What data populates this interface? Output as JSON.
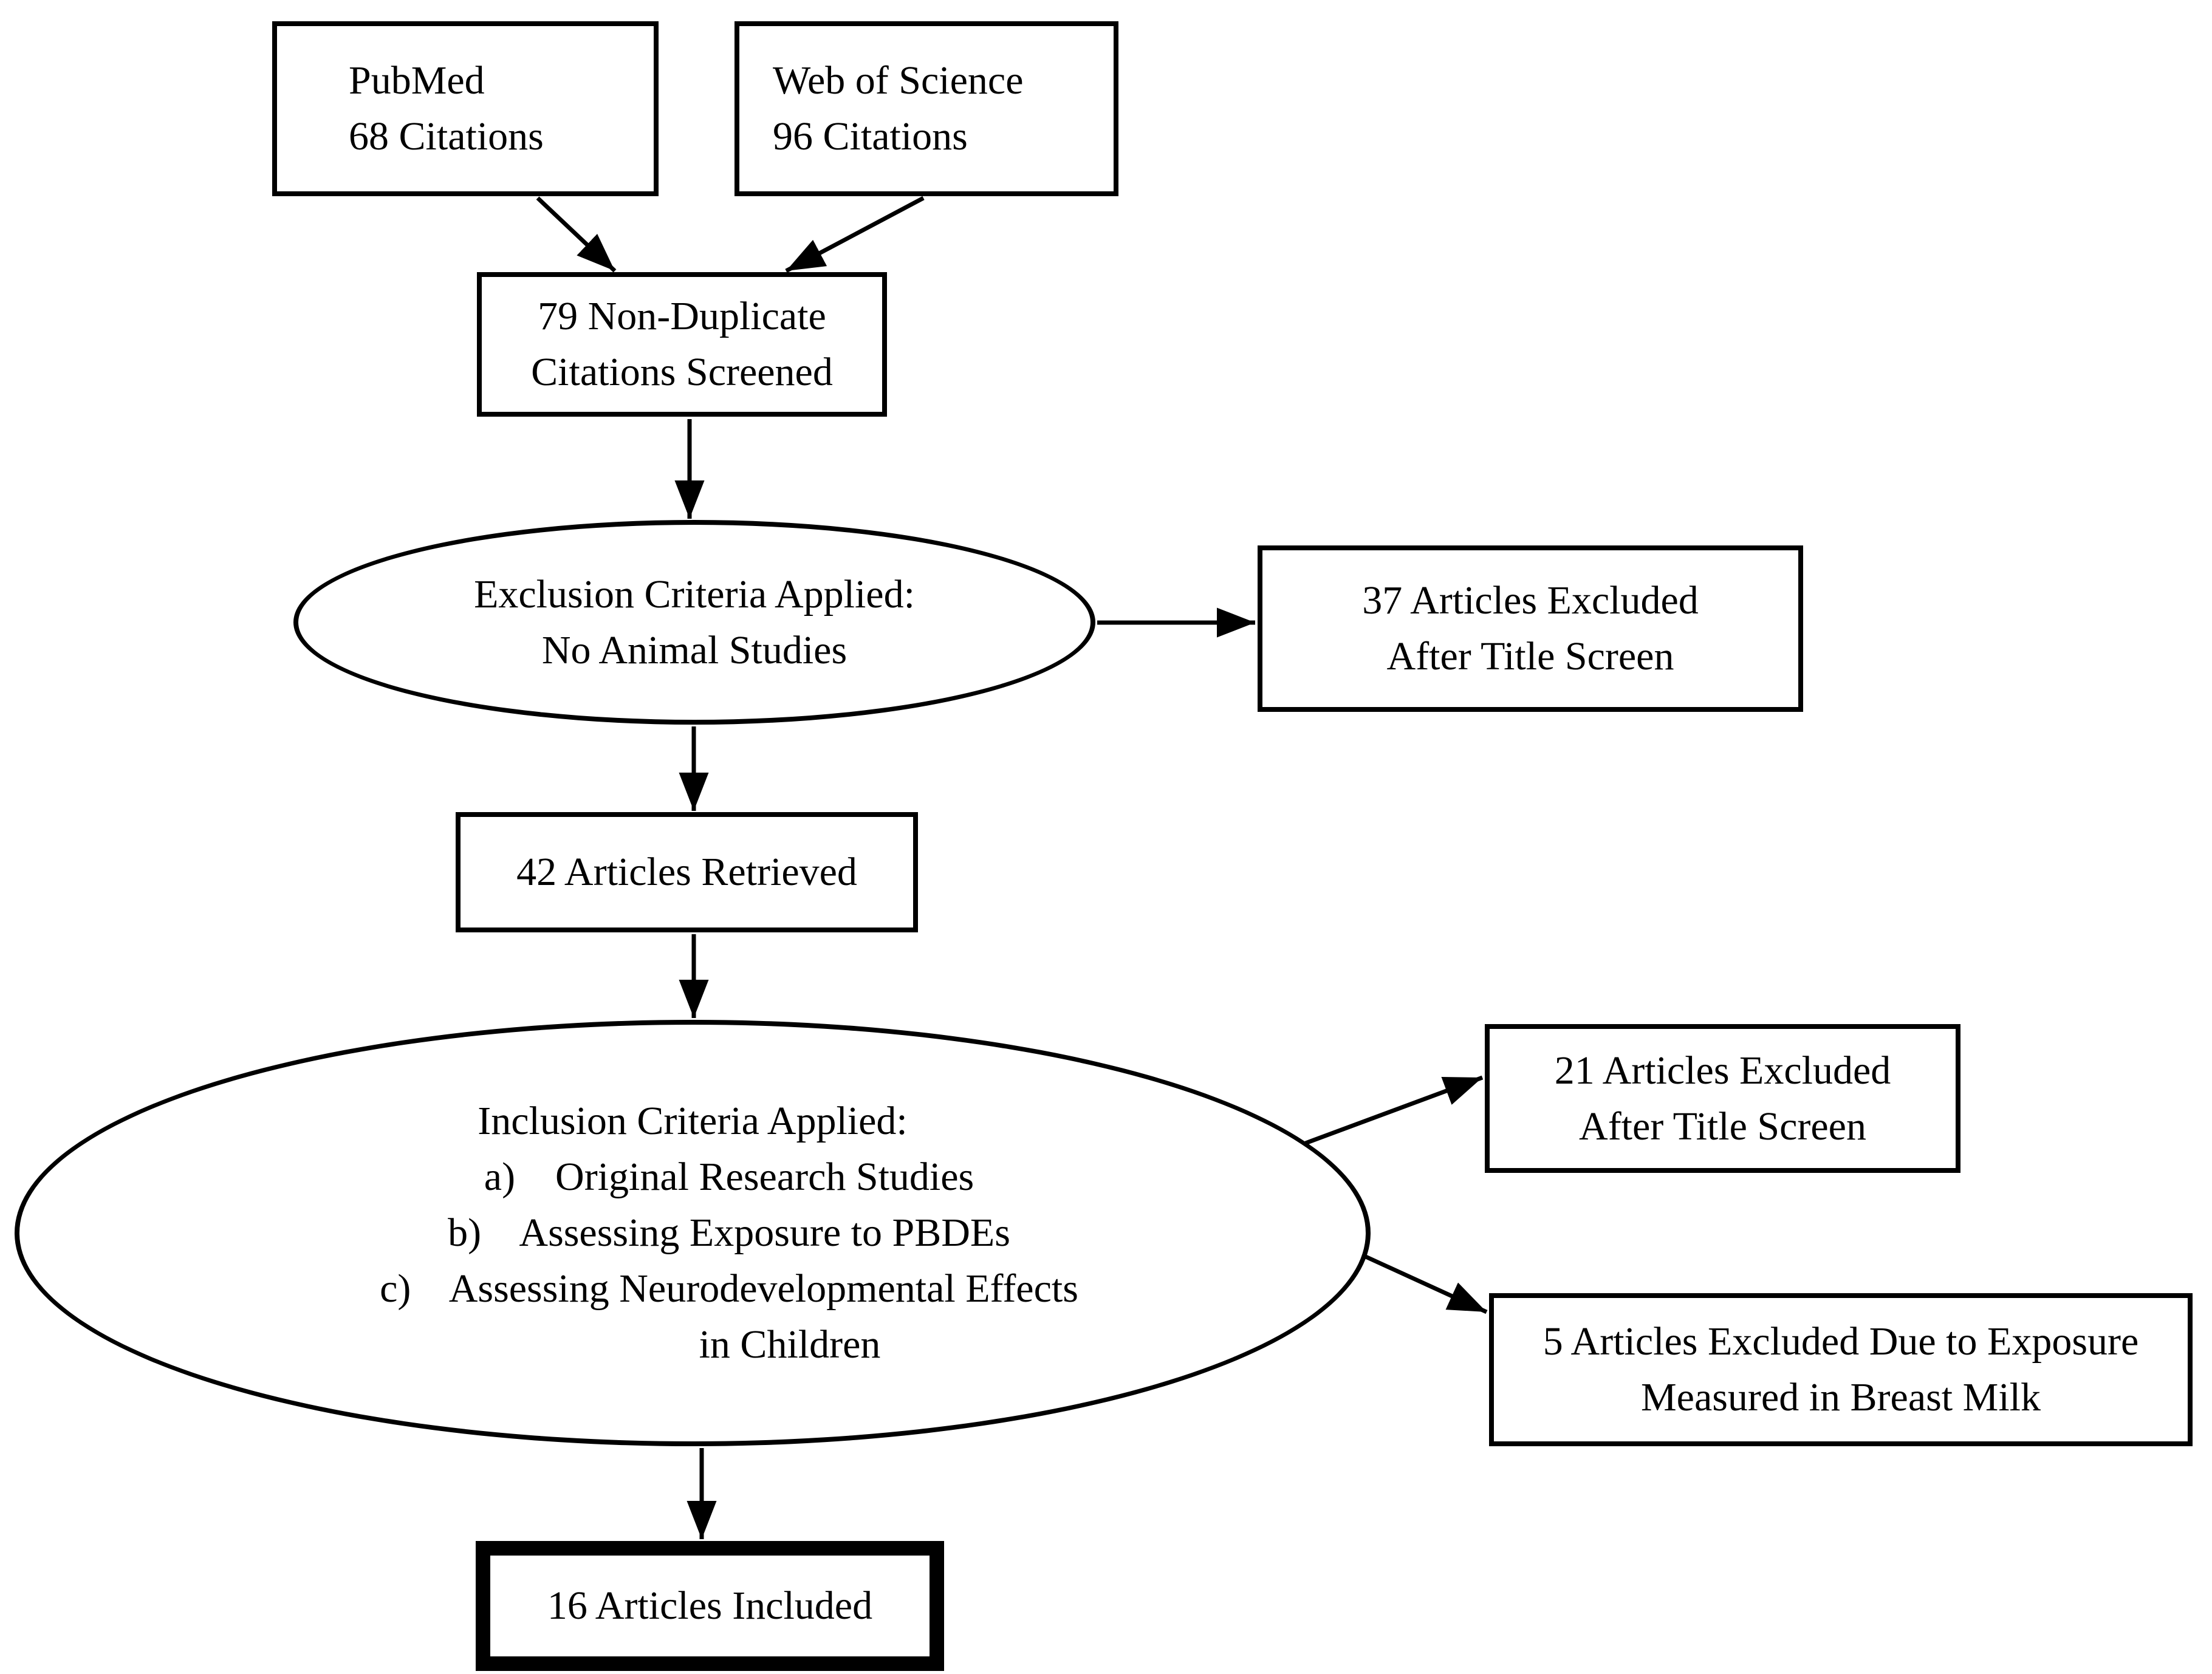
{
  "diagram": {
    "colors": {
      "line": "#000000",
      "fill": "#ffffff",
      "text": "#000000"
    },
    "nodes": {
      "pubmed": {
        "shape": "box",
        "lines": [
          "PubMed",
          "68 Citations"
        ]
      },
      "wos": {
        "shape": "box",
        "lines": [
          "Web of Science",
          "96 Citations"
        ]
      },
      "nondup": {
        "shape": "box",
        "lines": [
          "79 Non-Duplicate",
          "Citations Screened"
        ]
      },
      "exclusion_ellipse": {
        "shape": "ellipse",
        "lines": [
          "Exclusion Criteria Applied:",
          "No Animal Studies"
        ]
      },
      "excluded37": {
        "shape": "box",
        "lines": [
          "37 Articles Excluded",
          "After Title Screen"
        ]
      },
      "retrieved42": {
        "shape": "box",
        "lines": [
          "42 Articles Retrieved"
        ]
      },
      "inclusion_ellipse": {
        "shape": "ellipse",
        "lines": [
          "Inclusion Criteria Applied:",
          "a)    Original Research Studies",
          "b)    Assessing Exposure to PBDEs",
          "c)    Assessing Neurodevelopmental Effects",
          "in Children"
        ]
      },
      "excluded21": {
        "shape": "box",
        "lines": [
          "21 Articles Excluded",
          "After Title Screen"
        ]
      },
      "excluded5": {
        "shape": "box",
        "lines": [
          "5 Articles Excluded Due to Exposure",
          "Measured in Breast Milk"
        ]
      },
      "included16": {
        "shape": "bold-box",
        "lines": [
          "16 Articles Included"
        ]
      }
    },
    "edges": [
      {
        "from": "pubmed",
        "to": "nondup"
      },
      {
        "from": "wos",
        "to": "nondup"
      },
      {
        "from": "nondup",
        "to": "exclusion_ellipse"
      },
      {
        "from": "exclusion_ellipse",
        "to": "excluded37"
      },
      {
        "from": "exclusion_ellipse",
        "to": "retrieved42"
      },
      {
        "from": "retrieved42",
        "to": "inclusion_ellipse"
      },
      {
        "from": "inclusion_ellipse",
        "to": "excluded21"
      },
      {
        "from": "inclusion_ellipse",
        "to": "excluded5"
      },
      {
        "from": "inclusion_ellipse",
        "to": "included16"
      }
    ]
  }
}
